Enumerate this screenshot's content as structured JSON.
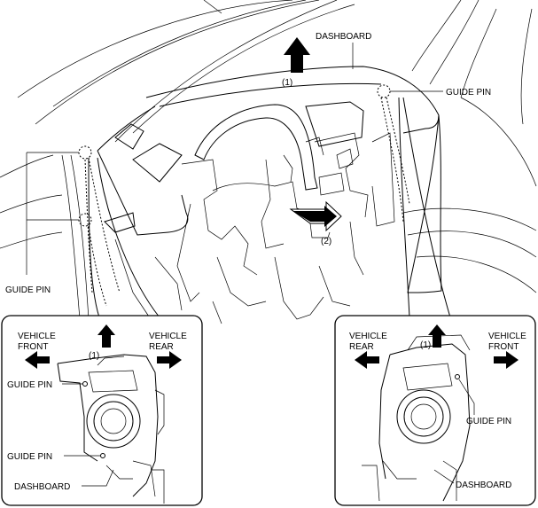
{
  "labels": {
    "dashboard_top": "DASHBOARD",
    "guide_pin_top_right": "GUIDE PIN",
    "guide_pin_left": "GUIDE PIN",
    "callout_1_main": "(1)",
    "callout_2_main": "(2)"
  },
  "inset_left": {
    "vehicle_front": [
      "VEHICLE",
      "FRONT"
    ],
    "vehicle_rear": [
      "VEHICLE",
      "REAR"
    ],
    "callout_1": "(1)",
    "guide_pin_upper": "GUIDE PIN",
    "guide_pin_lower": "GUIDE PIN",
    "dashboard": "DASHBOARD"
  },
  "inset_right": {
    "vehicle_rear": [
      "VEHICLE",
      "REAR"
    ],
    "vehicle_front": [
      "VEHICLE",
      "FRONT"
    ],
    "callout_1": "(1)",
    "guide_pin": "GUIDE PIN",
    "dashboard": "DASHBOARD"
  }
}
